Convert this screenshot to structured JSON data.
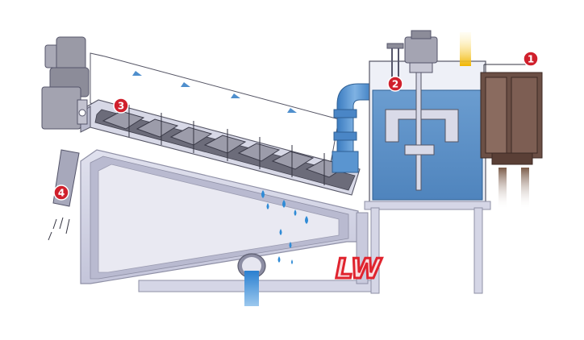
{
  "markers": [
    {
      "id": "marker-1",
      "label": "1"
    },
    {
      "id": "marker-2",
      "label": "2"
    },
    {
      "id": "marker-3",
      "label": "3"
    },
    {
      "id": "marker-4",
      "label": "4"
    }
  ],
  "logo": {
    "text": "LW"
  },
  "colors": {
    "marker": "#d0202c",
    "frame": "#cfd0e2",
    "frame_edge": "#8f90a6",
    "tank": "#5b8fc4",
    "tank_edge": "#2f5f93",
    "pipe": "#4f8fcd",
    "screw": "#7a7a88",
    "motor": "#9a9aa6",
    "dark_unit": "#6b4f45",
    "water": "#2f8bd6",
    "logo": "#e0242e",
    "line": "#333340"
  }
}
